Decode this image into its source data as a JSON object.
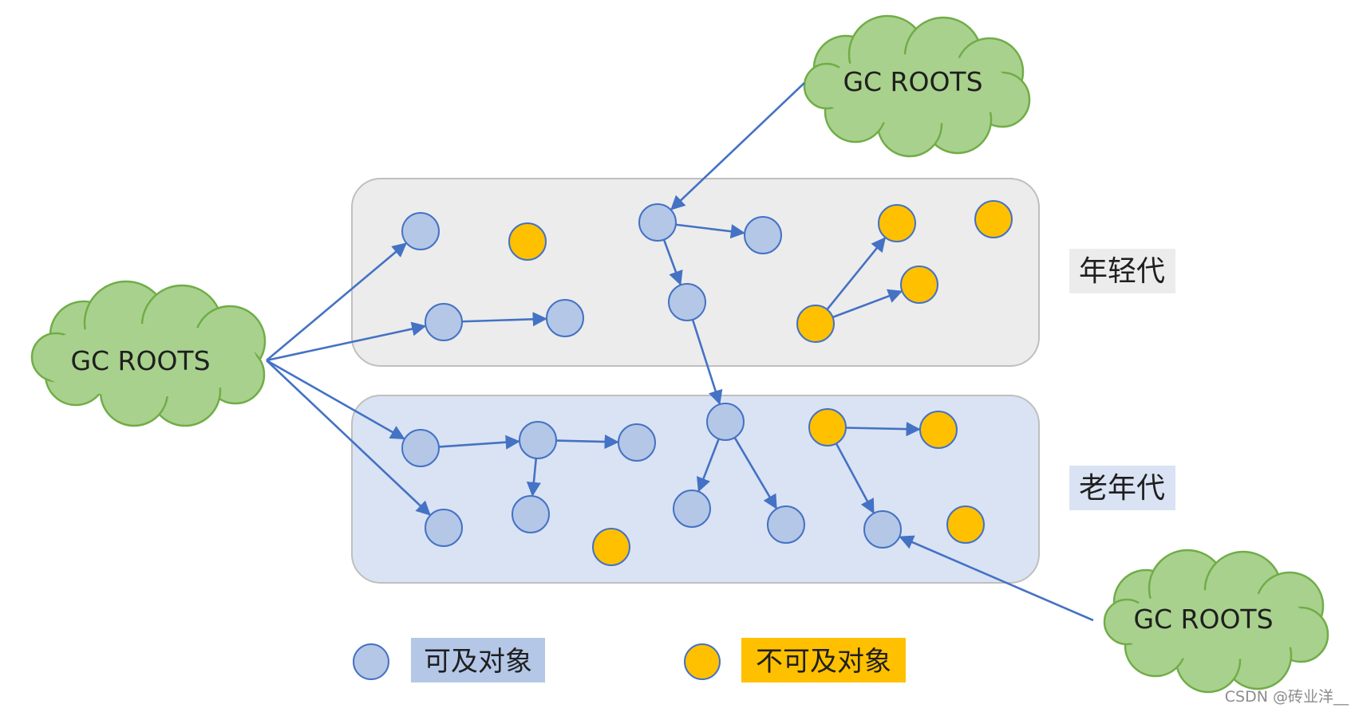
{
  "colors": {
    "reachable_fill": "#b4c7e7",
    "reachable_stroke": "#4472c4",
    "unreachable_fill": "#ffc000",
    "unreachable_stroke": "#4472c4",
    "arrow": "#4472c4",
    "cloud_fill": "#a9d18e",
    "cloud_stroke": "#70ad47",
    "young_region_fill": "#ececec",
    "old_region_fill": "#dae3f3",
    "young_label_bg": "#ececec",
    "old_label_bg": "#dae3f3",
    "legend_reachable_bg": "#b4c7e7",
    "legend_unreachable_bg": "#ffc000"
  },
  "roots": {
    "left": "GC ROOTS",
    "top": "GC ROOTS",
    "bottom": "GC ROOTS"
  },
  "regions": {
    "young": "年轻代",
    "old": "老年代"
  },
  "legend": {
    "reachable": "可及对象",
    "unreachable": "不可及对象"
  },
  "watermark": "CSDN @砖业洋__",
  "nodes": [
    {
      "id": "y1",
      "kind": "reachable"
    },
    {
      "id": "y2",
      "kind": "unreachable"
    },
    {
      "id": "y3",
      "kind": "reachable"
    },
    {
      "id": "y4",
      "kind": "reachable"
    },
    {
      "id": "y5",
      "kind": "reachable"
    },
    {
      "id": "y6",
      "kind": "reachable"
    },
    {
      "id": "y7",
      "kind": "reachable"
    },
    {
      "id": "y8",
      "kind": "unreachable"
    },
    {
      "id": "y9",
      "kind": "unreachable"
    },
    {
      "id": "y10",
      "kind": "unreachable"
    },
    {
      "id": "y11",
      "kind": "unreachable"
    },
    {
      "id": "o1",
      "kind": "reachable"
    },
    {
      "id": "o2",
      "kind": "reachable"
    },
    {
      "id": "o3",
      "kind": "reachable"
    },
    {
      "id": "o4",
      "kind": "reachable"
    },
    {
      "id": "o5",
      "kind": "reachable"
    },
    {
      "id": "o6",
      "kind": "unreachable"
    },
    {
      "id": "o7",
      "kind": "reachable"
    },
    {
      "id": "o8",
      "kind": "reachable"
    },
    {
      "id": "o9",
      "kind": "reachable"
    },
    {
      "id": "o10",
      "kind": "unreachable"
    },
    {
      "id": "o11",
      "kind": "unreachable"
    },
    {
      "id": "o12",
      "kind": "reachable"
    },
    {
      "id": "o13",
      "kind": "unreachable"
    }
  ],
  "edges": [
    [
      "root_left",
      "y1"
    ],
    [
      "root_left",
      "y3"
    ],
    [
      "root_left",
      "o1"
    ],
    [
      "root_left",
      "o2"
    ],
    [
      "y3",
      "y4"
    ],
    [
      "root_top",
      "y5"
    ],
    [
      "y5",
      "y6"
    ],
    [
      "y5",
      "y7"
    ],
    [
      "y7",
      "o7"
    ],
    [
      "y11",
      "y8"
    ],
    [
      "y11",
      "y9"
    ],
    [
      "o1",
      "o3"
    ],
    [
      "o3",
      "o4"
    ],
    [
      "o3",
      "o5"
    ],
    [
      "o7",
      "o8"
    ],
    [
      "o7",
      "o9"
    ],
    [
      "o10",
      "o11"
    ],
    [
      "o10",
      "o12"
    ],
    [
      "root_bottom",
      "o12"
    ]
  ]
}
